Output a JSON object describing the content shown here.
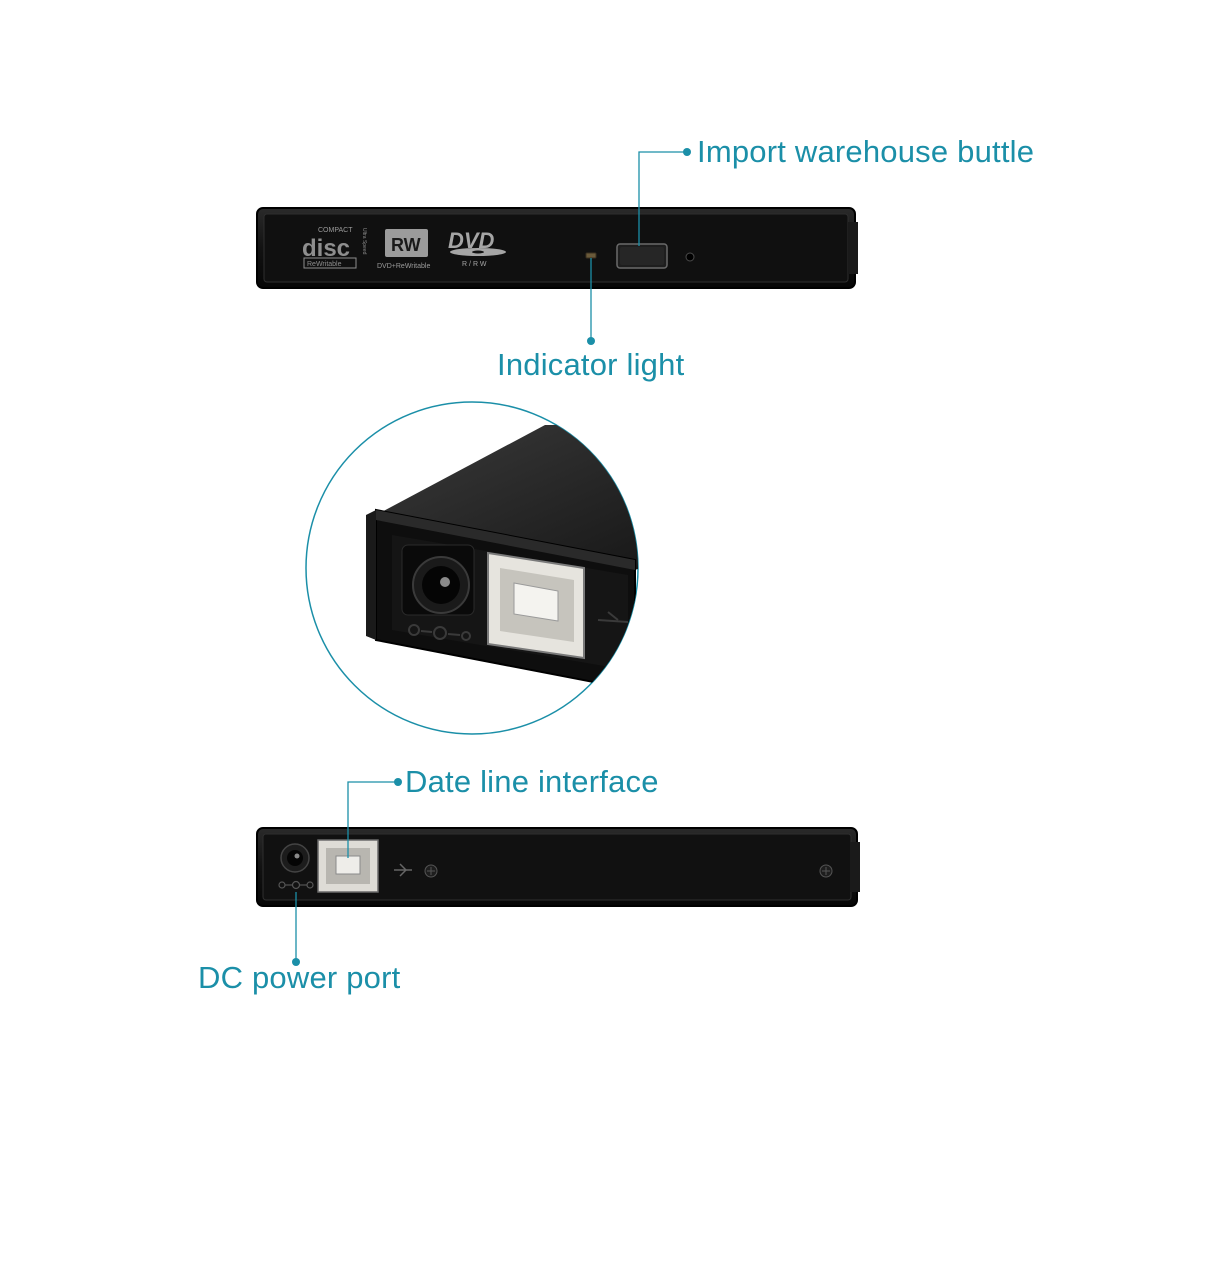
{
  "labels": {
    "eject_button": "Import warehouse buttle",
    "indicator_light": "Indicator light",
    "data_port": "Date line interface",
    "dc_port": "DC power port"
  },
  "front_panel": {
    "disc_logo_top": "COMPACT",
    "disc_logo_main": "disc",
    "disc_logo_sub": "ReWritable",
    "disc_logo_side": "Ultra Speed",
    "rw_badge": "RW",
    "rw_caption": "DVD+ReWritable",
    "dvd_logo": "DVD",
    "dvd_caption": "R/RW"
  },
  "colors": {
    "accent": "#1b8fa8",
    "device_body": "#141414",
    "background": "#ffffff"
  },
  "icons": [
    "usb-symbol-icon",
    "dc-polarity-icon",
    "screw-icon"
  ]
}
